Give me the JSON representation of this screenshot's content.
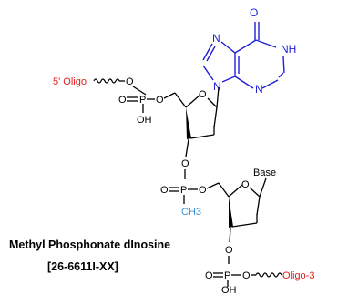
{
  "labels": {
    "oligo_5": "5' Oligo",
    "oligo_3": "Oligo-3",
    "base": "Base",
    "methyl": "CH3",
    "name_line1": "Methyl Phosphonate dInosine",
    "name_line2": "[26-6611I-XX]"
  },
  "atoms": {
    "O": "O",
    "P": "P",
    "OH": "OH",
    "N": "N",
    "NH": "NH"
  },
  "colors": {
    "base_atoms": "#1f1fd6",
    "oligo_text": "#e02020",
    "methyl": "#3a8fd8",
    "bonds": "#000000"
  }
}
